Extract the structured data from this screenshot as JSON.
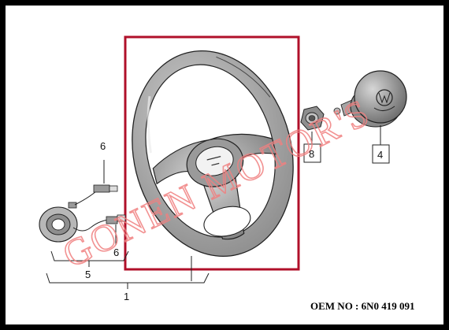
{
  "watermark": {
    "text": "GONEN MOTOR'S",
    "color": "#f08080"
  },
  "highlight_color": "#b0102a",
  "callouts": {
    "c1": "1",
    "c4": "4",
    "c5": "5",
    "c6_top": "6",
    "c6_bottom": "6",
    "c8": "8"
  },
  "oem": {
    "label": "OEM NO :",
    "number": "6N0 419 091"
  },
  "icons": {
    "steering_wheel": "steering-wheel-icon",
    "airbag": "airbag-module-icon",
    "nut": "nut-icon",
    "clock_spring": "clock-spring-icon",
    "connector": "connector-icon"
  }
}
